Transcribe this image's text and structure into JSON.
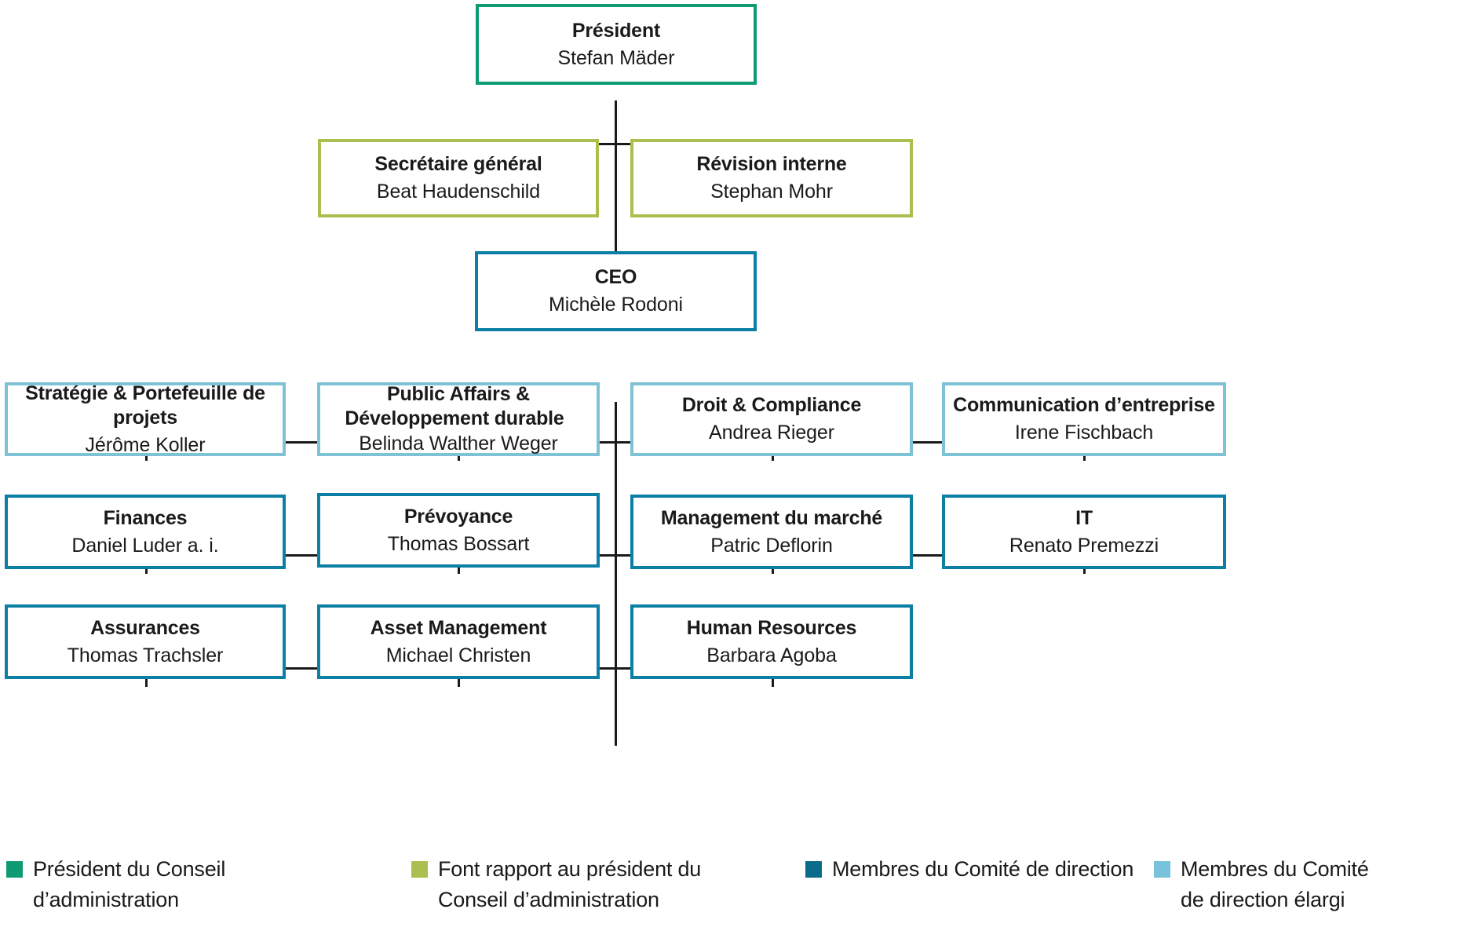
{
  "diagram": {
    "type": "organizational-chart",
    "language": "fr",
    "colors": {
      "president": "#0E9A73",
      "reports_to_president": "#A9BF4E",
      "executive_board": "#0B7FA4",
      "extended_executive_board": "#7FC2D6",
      "connector": "#1a1a1a",
      "background": "#ffffff"
    }
  },
  "nodes": {
    "president": {
      "title": "Président",
      "person": "Stefan Mäder"
    },
    "secretaire_general": {
      "title": "Secrétaire général",
      "person": "Beat Haudenschild"
    },
    "revision_interne": {
      "title": "Révision interne",
      "person": "Stephan Mohr"
    },
    "ceo": {
      "title": "CEO",
      "person": "Michèle Rodoni"
    },
    "strategie": {
      "title": "Stratégie & Portefeuille de projets",
      "person": "Jérôme Koller"
    },
    "public_affairs": {
      "title": "Public Affairs & Développement durable",
      "person": "Belinda Walther Weger"
    },
    "droit_compliance": {
      "title": "Droit & Compliance",
      "person": "Andrea Rieger"
    },
    "communication": {
      "title": "Communication d’entreprise",
      "person": "Irene Fischbach"
    },
    "finances": {
      "title": "Finances",
      "person": "Daniel Luder a. i."
    },
    "prevoyance": {
      "title": "Prévoyance",
      "person": "Thomas Bossart"
    },
    "management_marche": {
      "title": "Management du marché",
      "person": "Patric Deflorin"
    },
    "it": {
      "title": "IT",
      "person": "Renato Premezzi"
    },
    "assurances": {
      "title": "Assurances",
      "person": "Thomas Trachsler"
    },
    "asset_management": {
      "title": "Asset Management",
      "person": "Michael Christen"
    },
    "human_resources": {
      "title": "Human Resources",
      "person": "Barbara Agoba"
    }
  },
  "legend": {
    "items": [
      {
        "color": "#0E9A73",
        "label": "Président du Conseil d’administration"
      },
      {
        "color": "#A9BF4E",
        "label": "Font rapport au président du Conseil d’administration"
      },
      {
        "color": "#0B6C8A",
        "label": "Membres du Comité de direction"
      },
      {
        "color": "#78C3DC",
        "label": "Membres du Comité de direction élargi"
      }
    ]
  }
}
